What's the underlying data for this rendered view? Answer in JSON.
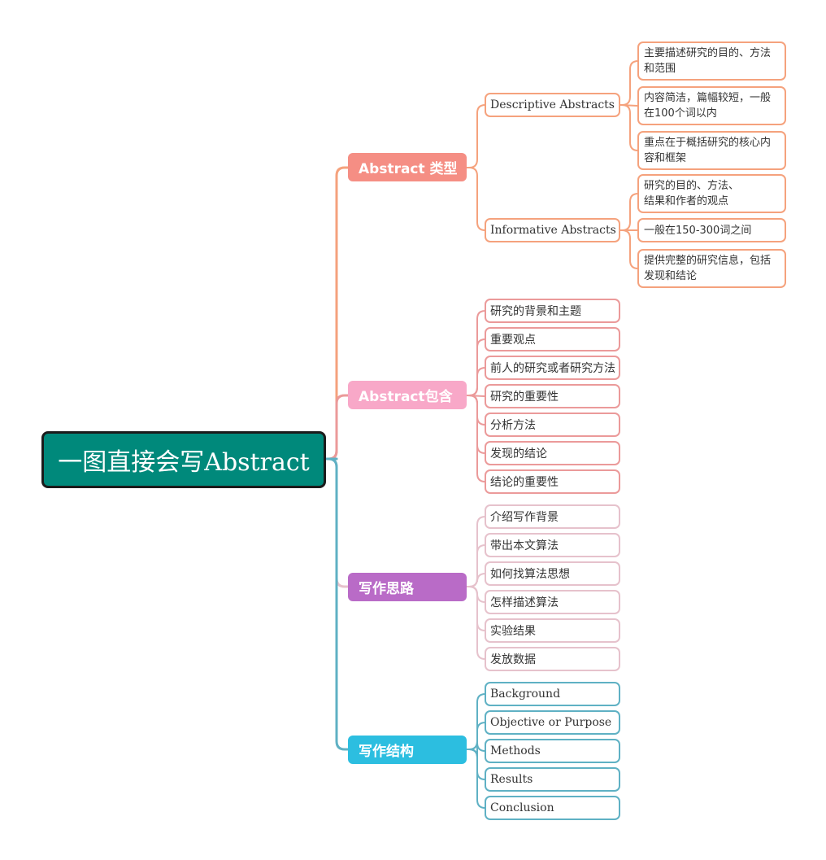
{
  "root": {
    "label": "一图直接会写Abstract"
  },
  "colors": {
    "root_fill": "#00897b",
    "types": "#f58e84",
    "contains": "#f8a8c8",
    "thinking": "#b96bc7",
    "structure": "#2cbee0",
    "types_line": "#f5a27d",
    "contains_line": "#eb9a9a",
    "thinking_line": "#e6c2cc",
    "structure_line": "#5fb1c4"
  },
  "types": {
    "label": "Abstract 类型",
    "descriptive": {
      "label": "Descriptive Abstracts",
      "points": [
        [
          "主要描述研究的目的、方法",
          "和范围"
        ],
        [
          "内容简洁，篇幅较短，一般",
          "在100个词以内"
        ],
        [
          "重点在于概括研究的核心内",
          "容和框架"
        ]
      ]
    },
    "informative": {
      "label": "Informative Abstracts",
      "points": [
        [
          "研究的目的、方法、",
          "结果和作者的观点"
        ],
        [
          "一般在150-300词之间"
        ],
        [
          "提供完整的研究信息，包括",
          "发现和结论"
        ]
      ]
    }
  },
  "contains": {
    "label": "Abstract包含",
    "items": [
      "研究的背景和主题",
      "重要观点",
      "前人的研究或者研究方法",
      "研究的重要性",
      "分析方法",
      "发现的结论",
      "结论的重要性"
    ]
  },
  "thinking": {
    "label": "写作思路",
    "items": [
      "介绍写作背景",
      "带出本文算法",
      "如何找算法思想",
      "怎样描述算法",
      "实验结果",
      "发放数据"
    ]
  },
  "structure": {
    "label": "写作结构",
    "items": [
      "Background",
      "Objective or Purpose",
      "Methods",
      "Results",
      "Conclusion"
    ]
  }
}
